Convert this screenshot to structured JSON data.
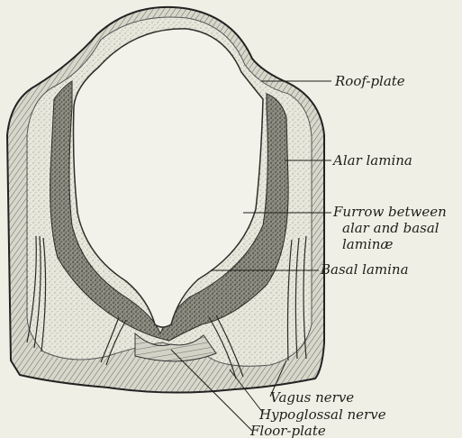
{
  "figure": {
    "labels": {
      "roof_plate": "Roof-plate",
      "alar_lamina": "Alar lamina",
      "furrow_line1": "Furrow between",
      "furrow_line2": "alar and basal",
      "furrow_line3": "laminæ",
      "basal_lamina": "Basal lamina",
      "vagus_nerve": "Vagus nerve",
      "hypoglossal_nerve": "Hypoglossal nerve",
      "floor_plate": "Floor-plate"
    }
  }
}
